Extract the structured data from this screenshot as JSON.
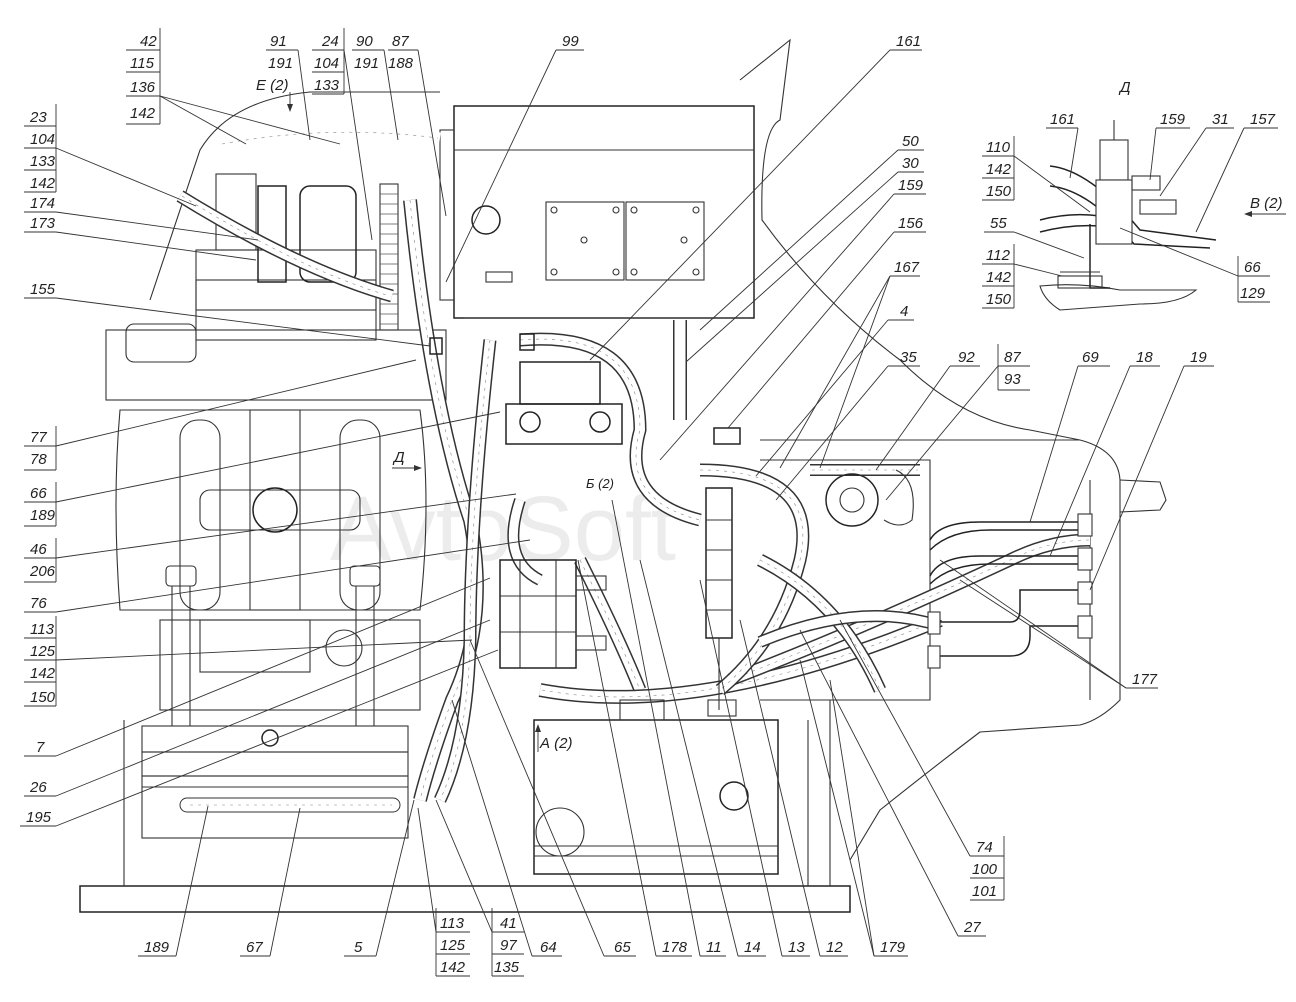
{
  "watermark": "AvtoSoft",
  "views": {
    "detail_d": "Д",
    "view_e": "Е (2)",
    "view_v": "В (2)",
    "view_a": "А (2)",
    "view_b": "Б (2)",
    "arrow_d": "Д"
  },
  "callouts": {
    "top": [
      "42",
      "115",
      "136",
      "142",
      "91",
      "191",
      "24",
      "104",
      "133",
      "90",
      "191",
      "87",
      "188",
      "99",
      "161"
    ],
    "left": [
      "23",
      "104",
      "133",
      "142",
      "174",
      "173",
      "155",
      "77",
      "78",
      "66",
      "189",
      "46",
      "206",
      "76",
      "113",
      "125",
      "142",
      "150",
      "7",
      "26",
      "195"
    ],
    "right_mid": [
      "50",
      "30",
      "159",
      "156",
      "167",
      "4",
      "35",
      "92",
      "87",
      "93",
      "69",
      "18",
      "19",
      "177"
    ],
    "detail": [
      "110",
      "142",
      "150",
      "161",
      "159",
      "31",
      "157",
      "55",
      "112",
      "142",
      "150",
      "66",
      "129"
    ],
    "bottom": [
      "189",
      "67",
      "5",
      "113",
      "125",
      "142",
      "41",
      "97",
      "135",
      "64",
      "65",
      "178",
      "11",
      "14",
      "13",
      "12",
      "179",
      "27",
      "74",
      "100",
      "101"
    ]
  }
}
